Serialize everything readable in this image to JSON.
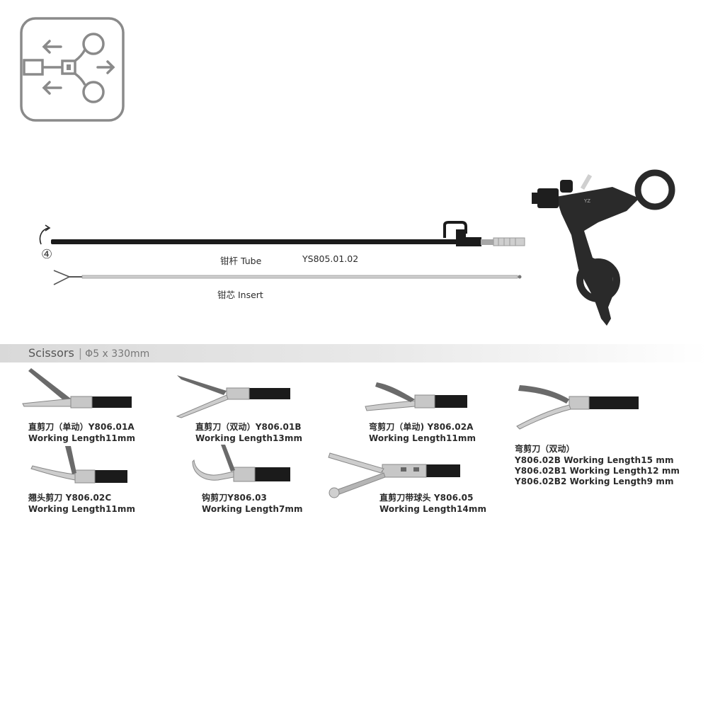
{
  "diagram": {
    "tube_label": "钳杆 Tube",
    "tube_model": "YS805.01.02",
    "insert_label": "钳芯 Insert",
    "step_marker": "④"
  },
  "section": {
    "title": "Scissors",
    "spec": "Φ5 x 330mm"
  },
  "products": [
    {
      "name": "直剪刀（单动）Y806.01A",
      "length": "Working Length11mm"
    },
    {
      "name": "直剪刀（双动）Y806.01B",
      "length": "Working Length13mm"
    },
    {
      "name": "弯剪刀（单动) Y806.02A",
      "length": "Working Length11mm"
    },
    {
      "name": "弯剪刀（双动）",
      "lines": [
        "Y806.02B  Working Length15 mm",
        "Y806.02B1 Working Length12 mm",
        "Y806.02B2 Working Length9 mm"
      ]
    },
    {
      "name": "翘头剪刀 Y806.02C",
      "length": "Working Length11mm"
    },
    {
      "name": "钩剪刀Y806.03",
      "length": "Working Length7mm"
    },
    {
      "name": "直剪刀带球头 Y806.05",
      "length": "Working Length14mm"
    }
  ],
  "colors": {
    "icon_stroke": "#8a8a8a",
    "tube": "#1b1b1b",
    "steel": "#b8b8b8"
  }
}
